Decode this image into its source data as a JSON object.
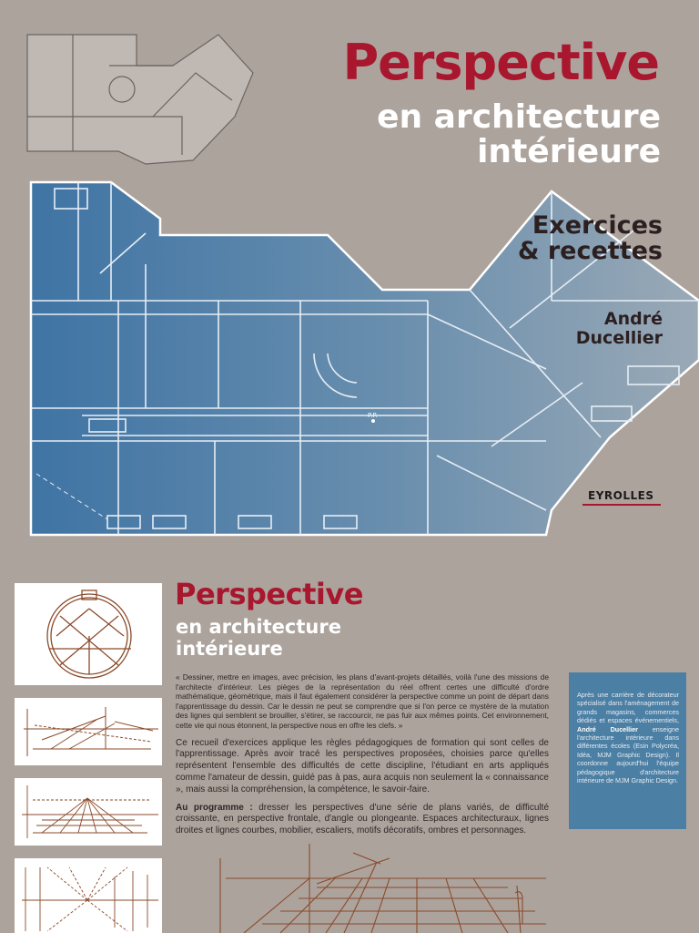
{
  "cover": {
    "title": "Perspective",
    "subtitle_line1": "en architecture",
    "subtitle_line2": "intérieure",
    "series_line1": "Exercices",
    "series_line2": "& recettes",
    "author_first": "André",
    "author_last": "Ducellier",
    "publisher": "EYROLLES",
    "plan_label": "P.P."
  },
  "back": {
    "title": "Perspective",
    "subtitle_line1": "en architecture",
    "subtitle_line2": "intérieure",
    "quote": "« Dessiner, mettre en images, avec précision, les plans d'avant-projets détaillés, voilà l'une des missions de l'architecte d'intérieur. Les pièges de la représentation du réel offrent certes une difficulté d'ordre mathématique, géométrique, mais il faut également considérer la perspective comme un point de départ dans l'apprentissage du dessin. Car le dessin ne peut se comprendre que si l'on perce ce mystère de la mutation des lignes qui semblent se brouiller, s'étirer, se raccourcir, ne pas fuir aux mêmes points. Cet environnement, cette vie qui nous étonnent, la perspective nous en offre les clefs. »",
    "paragraph": "Ce recueil d'exercices applique les règles pédagogiques de formation qui sont celles de l'apprentissage. Après avoir tracé les perspectives proposées, choisies parce qu'elles représentent l'ensemble des difficultés de cette discipline, l'étudiant en arts appliqués comme l'amateur de dessin, guidé pas à pas, aura acquis non seulement la « connaissance », mais aussi la compréhension, la compétence, le savoir-faire.",
    "program_label": "Au programme :",
    "program_text": "dresser les perspectives d'une série de plans variés, de difficulté croissante, en perspective frontale, d'angle ou plongeante. Espaces architecturaux, lignes droites et lignes courbes, mobilier, escaliers, motifs décoratifs, ombres et personnages.",
    "bio_before": "Après une carrière de décorateur spécialisé dans l'aménagement de grands magasins, commerces dédiés et espaces événementiels,",
    "bio_name": "André Ducellier",
    "bio_after": "enseigne l'architecture intérieure dans différentes écoles (Esin Polycréa, Idéa, MJM Graphic Design). Il coordonne aujourd'hui l'équipe pédagogique d'architecture intérieure de MJM Graphic Design."
  },
  "colors": {
    "background": "#ada39d",
    "accent_red": "#a8172e",
    "plan_blue": "#4f7fa8",
    "bio_box": "#4c7fa4",
    "sketch_brown": "#8a4a2a"
  }
}
